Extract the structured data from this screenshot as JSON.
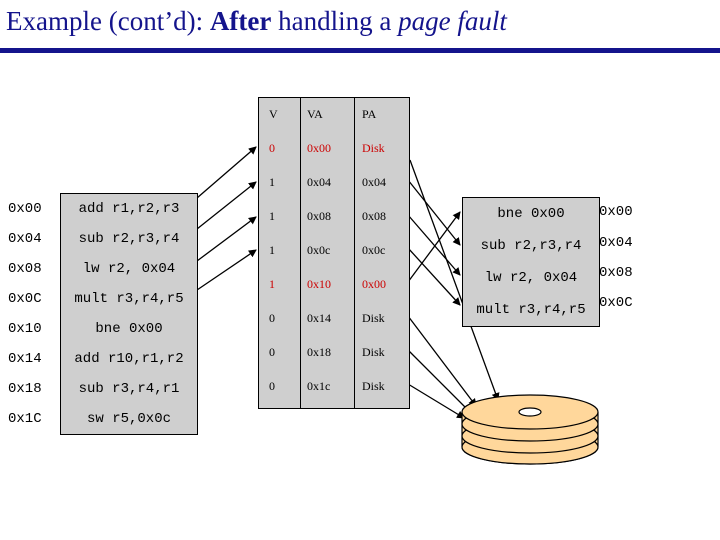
{
  "title": {
    "prefix": "Example (cont’d): ",
    "bold": "After",
    "middle": " handling a ",
    "italic": "page fault"
  },
  "virtual_memory": {
    "rows": [
      {
        "addr": "0x00",
        "instr": "add r1,r2,r3"
      },
      {
        "addr": "0x04",
        "instr": "sub r2,r3,r4"
      },
      {
        "addr": "0x08",
        "instr": "lw r2, 0x04"
      },
      {
        "addr": "0x0C",
        "instr": "mult r3,r4,r5"
      },
      {
        "addr": "0x10",
        "instr": "bne 0x00"
      },
      {
        "addr": "0x14",
        "instr": "add r10,r1,r2"
      },
      {
        "addr": "0x18",
        "instr": "sub r3,r4,r1"
      },
      {
        "addr": "0x1C",
        "instr": "sw r5,0x0c"
      }
    ]
  },
  "page_table": {
    "headers": [
      "V",
      "VA",
      "PA"
    ],
    "rows": [
      {
        "v": "0",
        "va": "0x00",
        "pa": "Disk",
        "highlight": true
      },
      {
        "v": "1",
        "va": "0x04",
        "pa": "0x04",
        "highlight": false
      },
      {
        "v": "1",
        "va": "0x08",
        "pa": "0x08",
        "highlight": false
      },
      {
        "v": "1",
        "va": "0x0c",
        "pa": "0x0c",
        "highlight": false
      },
      {
        "v": "1",
        "va": "0x10",
        "pa": "0x00",
        "highlight": true
      },
      {
        "v": "0",
        "va": "0x14",
        "pa": "Disk",
        "highlight": false
      },
      {
        "v": "0",
        "va": "0x18",
        "pa": "Disk",
        "highlight": false
      },
      {
        "v": "0",
        "va": "0x1c",
        "pa": "Disk",
        "highlight": false
      }
    ]
  },
  "physical_memory": {
    "rows": [
      {
        "instr": "bne 0x00",
        "addr": "0x00"
      },
      {
        "instr": "sub r2,r3,r4",
        "addr": "0x04"
      },
      {
        "instr": "lw r2, 0x04",
        "addr": "0x08"
      },
      {
        "instr": "mult r3,r4,r5",
        "addr": "0x0C"
      }
    ]
  },
  "colors": {
    "title": "#14148c",
    "highlight": "#cc0000",
    "box_fill": "#cfcfcf",
    "disk_fill": "#ffd79b"
  },
  "icons": {
    "disk": "disk-stack-icon"
  }
}
